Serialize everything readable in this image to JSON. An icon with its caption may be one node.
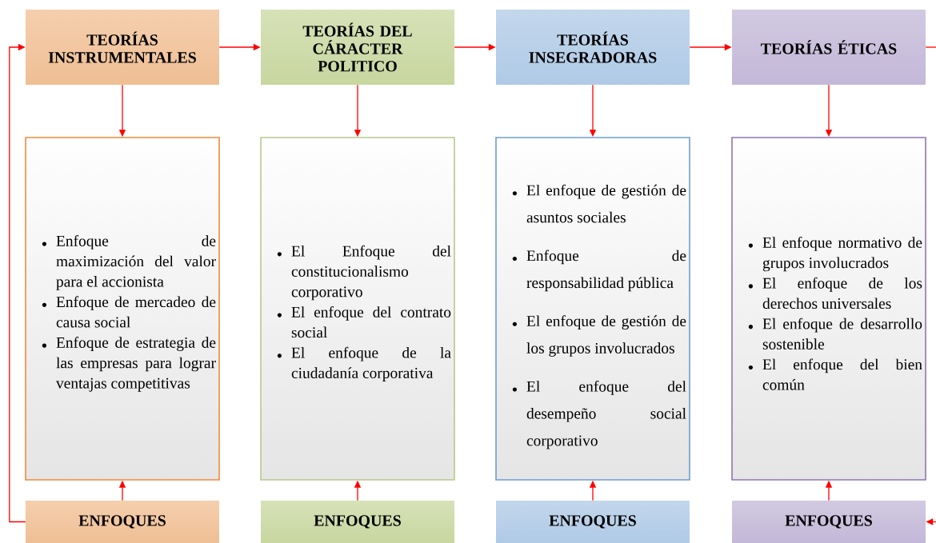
{
  "diagram": {
    "nodes": [
      {
        "text": [
          "TEORÍAS INSTRUMENTALES"
        ]
      },
      {
        "text": [
          "TEORÍAS DEL CÁRACTER POLITICO"
        ]
      },
      {
        "text": [
          "TEORÍAS INSEGRADORAS"
        ]
      },
      {
        "text": [
          "TEORÍAS ÉTICAS"
        ]
      },
      {
        "text": [
          "Enfoque de maximización del valor para el accionista",
          "Enfoque de mercadeo de causa social",
          "Enfoque de estrategia de las empresas para lograr ventajas competitivas"
        ]
      },
      {
        "text": [
          "El Enfoque del constitucionalismo corporativo",
          "El enfoque del contrato social",
          "El enfoque de la ciudadanía corporativa"
        ]
      },
      {
        "text": [
          "El enfoque de gestión de asuntos sociales",
          "Enfoque de responsabilidad pública",
          "El enfoque de gestión de los grupos involucrados",
          "El enfoque del desempeño social corporativo"
        ]
      },
      {
        "text": [
          "El enfoque normativo de grupos involucrados",
          "El enfoque de los derechos universales",
          "El enfoque de desarrollo sostenible",
          "El enfoque del bien común"
        ]
      },
      {
        "text": [
          "ENFOQUES"
        ]
      },
      {
        "text": [
          "ENFOQUES"
        ]
      },
      {
        "text": [
          "ENFOQUES"
        ]
      },
      {
        "text": [
          "ENFOQUES"
        ]
      }
    ],
    "edges": [
      {
        "from": 0,
        "to": 1,
        "arrow": "to"
      },
      {
        "from": 1,
        "to": 2,
        "arrow": "to"
      },
      {
        "from": 2,
        "to": 3,
        "arrow": "to"
      },
      {
        "from": 3,
        "to": null,
        "arrow": "none"
      },
      {
        "from": 0,
        "to": 4,
        "arrow": "to"
      },
      {
        "from": 1,
        "to": 5,
        "arrow": "to"
      },
      {
        "from": 2,
        "to": 6,
        "arrow": "to"
      },
      {
        "from": 3,
        "to": 7,
        "arrow": "to"
      },
      {
        "from": 8,
        "to": 4,
        "arrow": "to"
      },
      {
        "from": 9,
        "to": 5,
        "arrow": "to"
      },
      {
        "from": 10,
        "to": 6,
        "arrow": "to"
      },
      {
        "from": 11,
        "to": 7,
        "arrow": "to"
      },
      {
        "from": 8,
        "to": 0,
        "arrow": "to"
      },
      {
        "from": null,
        "to": 11,
        "arrow": "to"
      }
    ]
  }
}
